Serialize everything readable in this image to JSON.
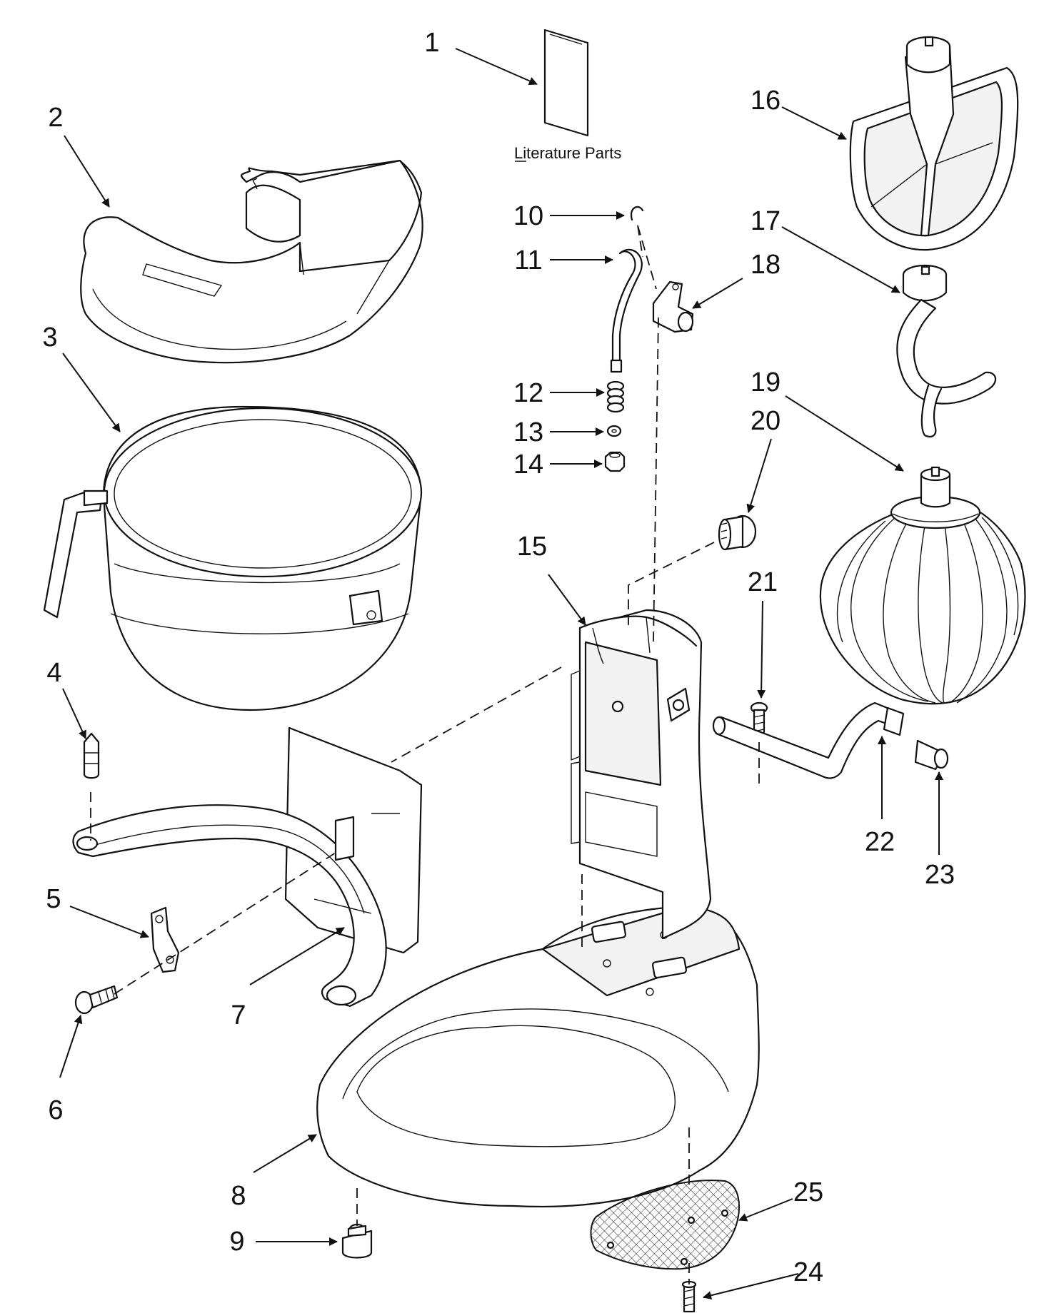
{
  "literature_label": "Literature Parts",
  "callouts": [
    {
      "id": "1",
      "text": "1"
    },
    {
      "id": "2",
      "text": "2"
    },
    {
      "id": "3",
      "text": "3"
    },
    {
      "id": "4",
      "text": "4"
    },
    {
      "id": "5",
      "text": "5"
    },
    {
      "id": "6",
      "text": "6"
    },
    {
      "id": "7",
      "text": "7"
    },
    {
      "id": "8",
      "text": "8"
    },
    {
      "id": "9",
      "text": "9"
    },
    {
      "id": "10",
      "text": "10"
    },
    {
      "id": "11",
      "text": "11"
    },
    {
      "id": "12",
      "text": "12"
    },
    {
      "id": "13",
      "text": "13"
    },
    {
      "id": "14",
      "text": "14"
    },
    {
      "id": "15",
      "text": "15"
    },
    {
      "id": "16",
      "text": "16"
    },
    {
      "id": "17",
      "text": "17"
    },
    {
      "id": "18",
      "text": "18"
    },
    {
      "id": "19",
      "text": "19"
    },
    {
      "id": "20",
      "text": "20"
    },
    {
      "id": "21",
      "text": "21"
    },
    {
      "id": "22",
      "text": "22"
    },
    {
      "id": "23",
      "text": "23"
    },
    {
      "id": "24",
      "text": "24"
    },
    {
      "id": "25",
      "text": "25"
    }
  ]
}
